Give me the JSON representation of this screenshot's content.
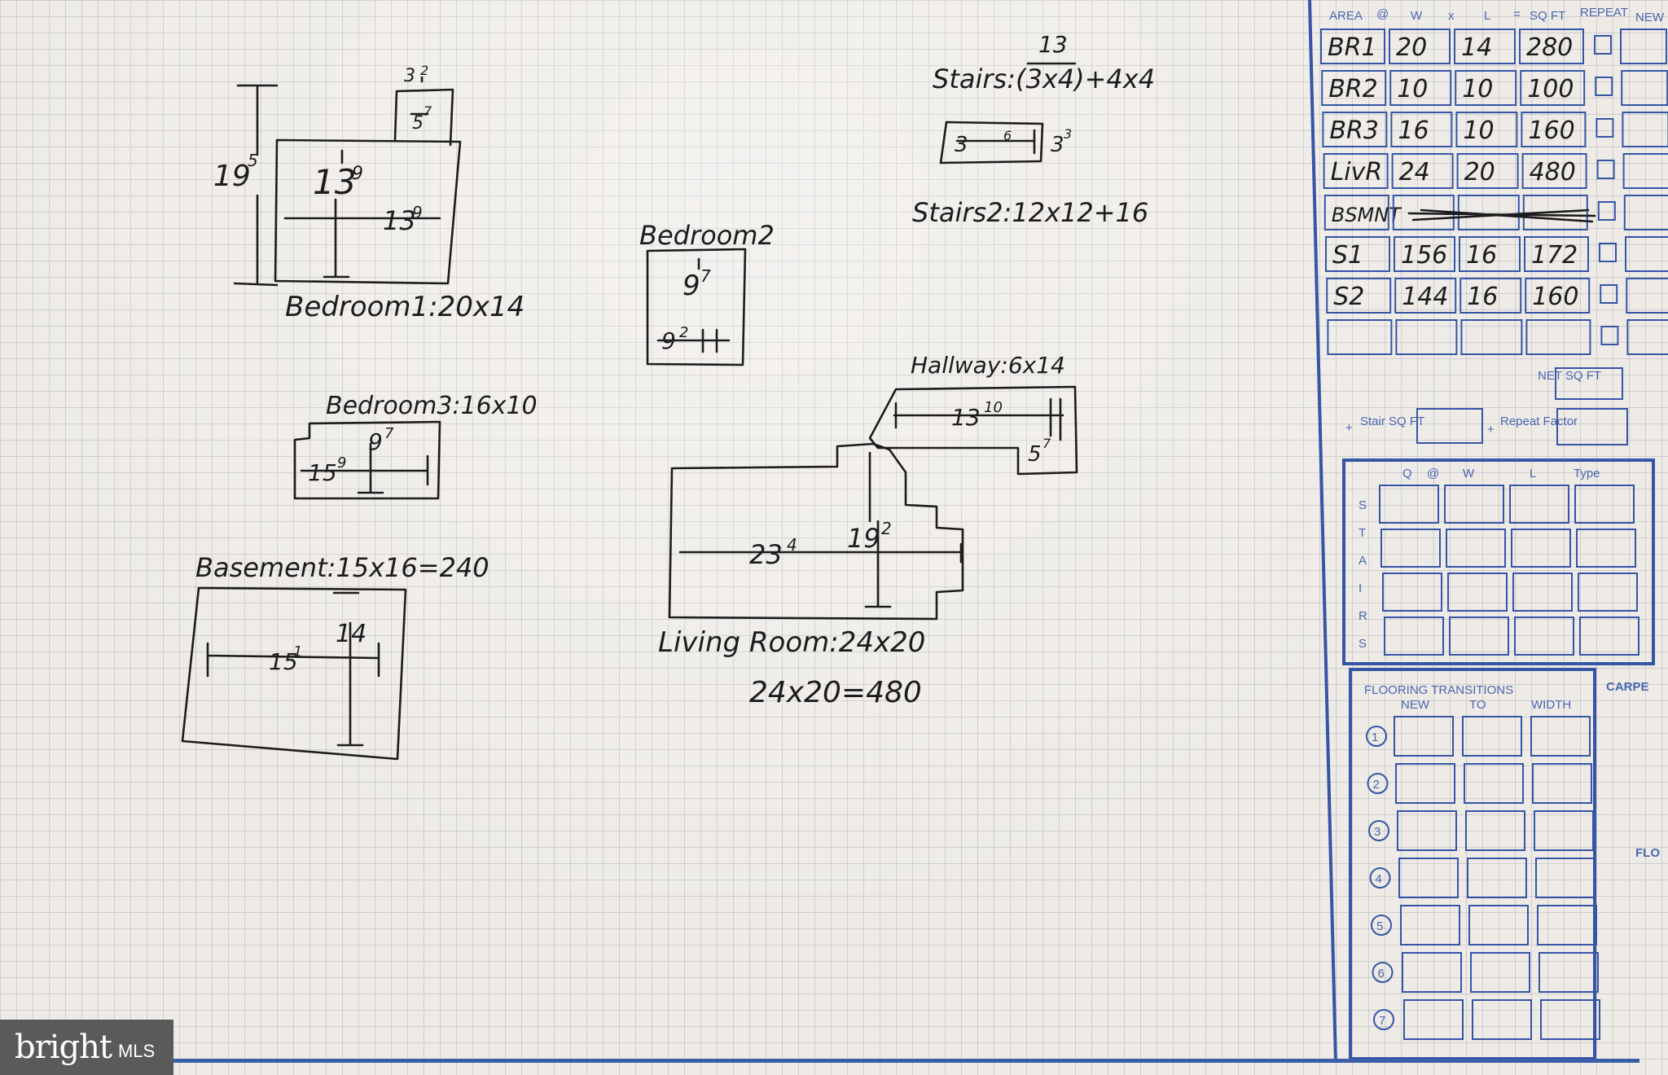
{
  "sketch": {
    "bedroom1": {
      "label": "Bedroom1:20x14",
      "dim_a": "13",
      "dim_a_sup": "9",
      "dim_b": "13",
      "dim_b_sup": "9",
      "dim_side": "19",
      "dim_side_sup": "5",
      "closet_w": "3",
      "closet_w_sup": "2",
      "closet_h": "5",
      "closet_h_sup": "7"
    },
    "bedroom2": {
      "label": "Bedroom2",
      "dim_a": "9",
      "dim_a_sup": "7",
      "dim_b": "9",
      "dim_b_sup": "2"
    },
    "bedroom3": {
      "label": "Bedroom3:16x10",
      "dim_a": "9",
      "dim_a_sup": "7",
      "dim_b": "15",
      "dim_b_sup": "9"
    },
    "basement": {
      "label": "Basement:15x16=240",
      "dim_a": "14",
      "dim_b": "15",
      "dim_b_sup": "1"
    },
    "living_room": {
      "label": "Living Room:24x20",
      "calc": "24x20=480",
      "dim_a": "23",
      "dim_a_sup": "4",
      "dim_b": "19",
      "dim_b_sup": "2"
    },
    "hallway": {
      "label": "Hallway:6x14",
      "dim_a": "13",
      "dim_a_sup": "10",
      "dim_b": "5",
      "dim_b_sup": "7"
    },
    "stairs1": {
      "top": "13",
      "label": "Stairs:(3x4)+4x4"
    },
    "stairs_box": {
      "dim_a": "3",
      "dim_a_sup": "6",
      "dim_b": "3",
      "dim_b_sup": "3"
    },
    "stairs2": {
      "label": "Stairs2:12x12+16"
    }
  },
  "form": {
    "headers": [
      "AREA",
      "@",
      "W",
      "x",
      "L",
      "=",
      "SQ FT",
      "REPEAT",
      "NEW"
    ],
    "rows": [
      [
        "BR1",
        "20",
        "14",
        "280"
      ],
      [
        "BR2",
        "10",
        "10",
        "100"
      ],
      [
        "BR3",
        "16",
        "10",
        "160"
      ],
      [
        "LivR",
        "24",
        "20",
        "480"
      ],
      [
        "BSMNT",
        "",
        "",
        ""
      ],
      [
        "S1",
        "156",
        "16",
        "172"
      ],
      [
        "S2",
        "144",
        "16",
        "160"
      ],
      [
        "",
        "",
        "",
        ""
      ]
    ],
    "net_label": "NET SQ FT",
    "stair_label": "Stair SQ FT",
    "repeat_label": "Repeat Factor",
    "stairs_headers": [
      "Q",
      "@",
      "W",
      "L",
      "Type"
    ],
    "stairs_letters": [
      "S",
      "T",
      "A",
      "I",
      "R",
      "S"
    ],
    "transitions_title": "FLOORING TRANSITIONS",
    "transitions_headers": [
      "NEW",
      "TO",
      "WIDTH"
    ],
    "transitions_rows": [
      "1",
      "2",
      "3",
      "4",
      "5",
      "6",
      "7"
    ],
    "side_labels": [
      "CARPE",
      "FLO"
    ]
  },
  "watermark": {
    "brand": "bright",
    "suffix": "MLS"
  }
}
